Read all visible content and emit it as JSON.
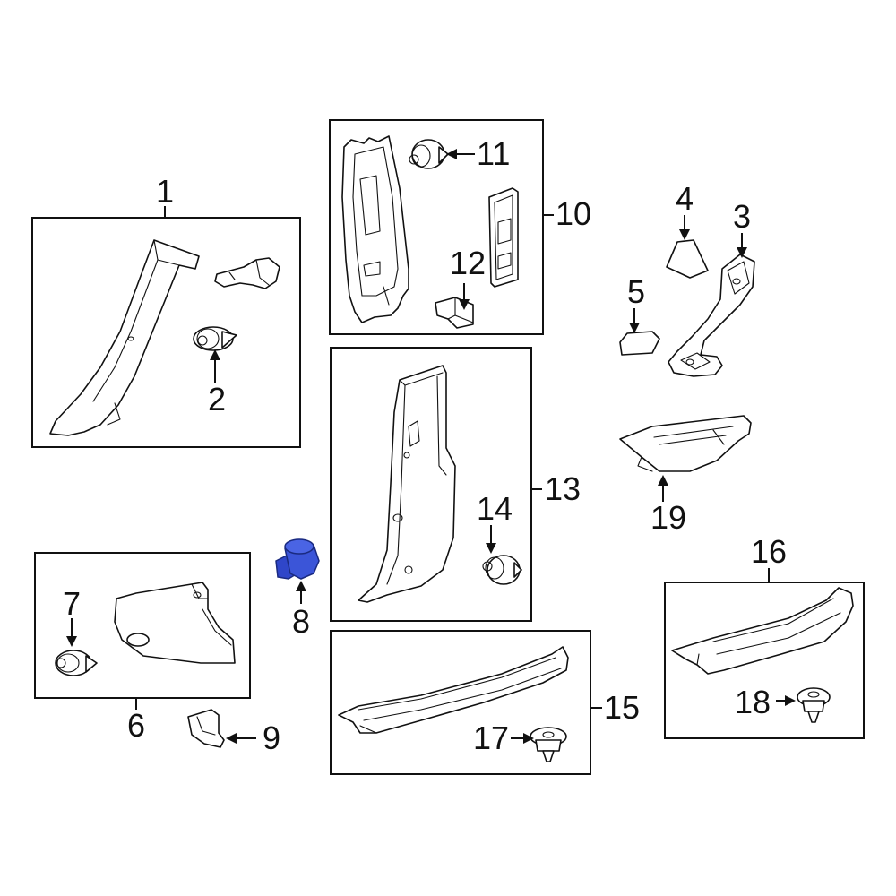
{
  "callouts": {
    "c1": "1",
    "c2": "2",
    "c3": "3",
    "c4": "4",
    "c5": "5",
    "c6": "6",
    "c7": "7",
    "c8": "8",
    "c9": "9",
    "c10": "10",
    "c11": "11",
    "c12": "12",
    "c13": "13",
    "c14": "14",
    "c15": "15",
    "c16": "16",
    "c17": "17",
    "c18": "18",
    "c19": "19"
  },
  "colors": {
    "highlight_part": "#2f46c9",
    "line": "#111111",
    "background": "#ffffff"
  },
  "highlighted_part": "8"
}
